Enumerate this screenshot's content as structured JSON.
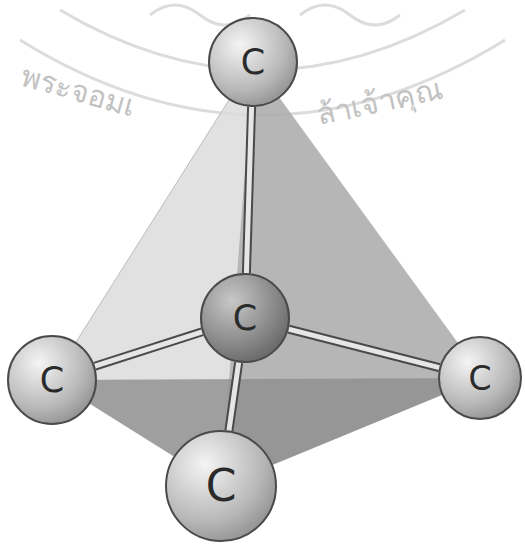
{
  "diagram": {
    "nodes": [
      {
        "text": [
          "C"
        ]
      },
      {
        "text": [
          "C"
        ]
      },
      {
        "text": [
          "C"
        ]
      },
      {
        "text": [
          "C"
        ]
      },
      {
        "text": [
          "C"
        ]
      }
    ],
    "edges": [
      {
        "from": 1,
        "to": 0,
        "arrow": "none"
      },
      {
        "from": 1,
        "to": 2,
        "arrow": "none"
      },
      {
        "from": 1,
        "to": 3,
        "arrow": "none"
      },
      {
        "from": 1,
        "to": 4,
        "arrow": "none"
      }
    ],
    "labels": [
      "พระจอมเ",
      "ล้าเจ้าคุณ"
    ]
  }
}
